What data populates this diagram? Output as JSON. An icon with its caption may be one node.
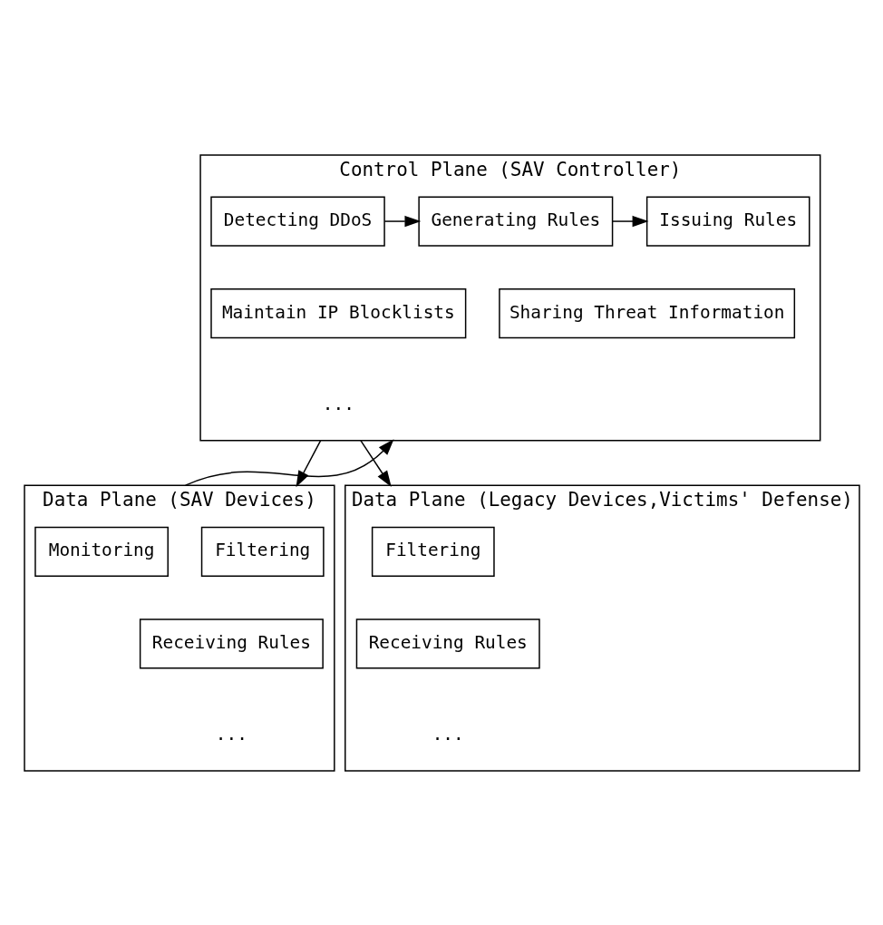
{
  "diagram": {
    "nodes": [
      {
        "text": [
          "Control Plane (SAV Controller)"
        ]
      },
      {
        "text": [
          "Detecting DDoS"
        ],
        "in": 0
      },
      {
        "text": [
          "Generating Rules"
        ],
        "in": 0
      },
      {
        "text": [
          "Issuing Rules"
        ],
        "in": 0
      },
      {
        "text": [
          "Maintain IP Blocklists"
        ],
        "in": 0
      },
      {
        "text": [
          "Sharing Threat Information"
        ],
        "in": 0
      },
      {
        "text": [
          "Data Plane (SAV Devices)"
        ]
      },
      {
        "text": [
          "Monitoring"
        ],
        "in": 6
      },
      {
        "text": [
          "Filtering"
        ],
        "in": 6
      },
      {
        "text": [
          "Receiving Rules"
        ],
        "in": 6
      },
      {
        "text": [
          "Data Plane (Legacy Devices,Victims' Defense)"
        ]
      },
      {
        "text": [
          "Filtering"
        ],
        "in": 10
      },
      {
        "text": [
          "Receiving Rules"
        ],
        "in": 10
      }
    ],
    "edges": [
      {
        "from": 1,
        "to": 2,
        "arrow": "to"
      },
      {
        "from": 2,
        "to": 3,
        "arrow": "to"
      },
      {
        "from": 6,
        "to": 0,
        "arrow": "to"
      },
      {
        "from": 0,
        "to": 6,
        "arrow": "to"
      },
      {
        "from": 0,
        "to": 10,
        "arrow": "to"
      }
    ],
    "labels": [
      "...",
      "...",
      "..."
    ]
  }
}
